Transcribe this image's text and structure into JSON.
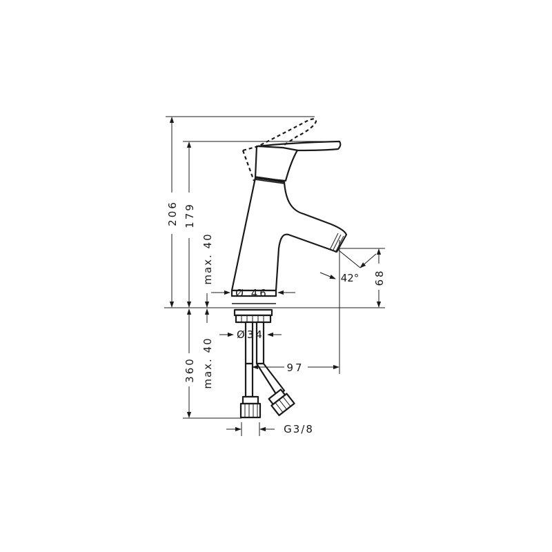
{
  "colors": {
    "line": "#1a1a1a",
    "background": "#ffffff"
  },
  "dimensions": {
    "total_height": "206",
    "spout_height": "179",
    "max_deck_thickness_top": "max. 40",
    "base_diameter": "Ø 46",
    "spout_angle": "42°",
    "outlet_height": "68",
    "hole_diameter": "Ø34",
    "spout_reach": "97",
    "hose_length": "360",
    "max_deck_thickness_bottom": "max. 40",
    "connection_thread": "G3/8"
  }
}
